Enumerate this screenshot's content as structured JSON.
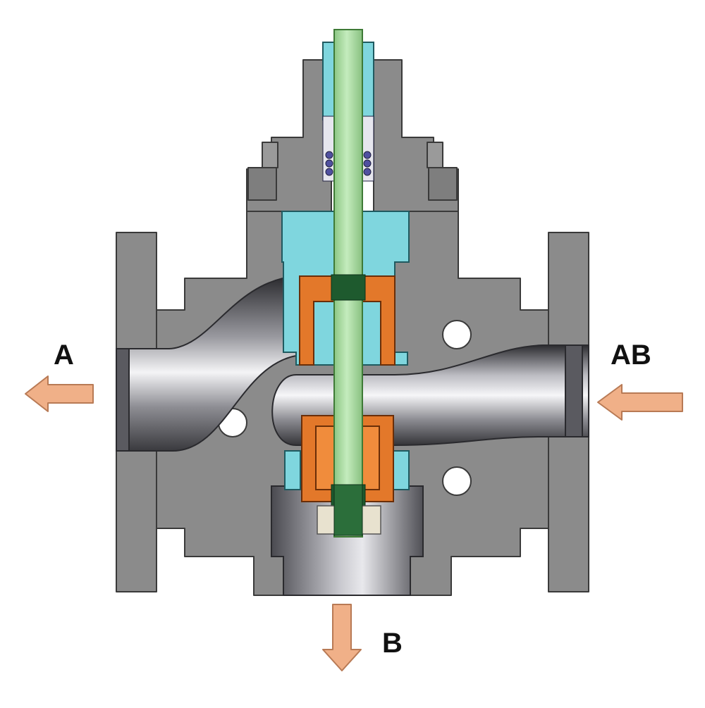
{
  "ports": {
    "a": {
      "label": "A",
      "direction": "out"
    },
    "ab": {
      "label": "AB",
      "direction": "in"
    },
    "b": {
      "label": "B",
      "direction": "out"
    }
  },
  "colors": {
    "body": "#8b8b8b",
    "body_outline": "#3a3a3a",
    "stem": "#a6d8a0",
    "bonnet_insert": "#7fd6de",
    "plug": "#e3782a",
    "arrow_fill": "#f0b088",
    "arrow_outline": "#b87a55",
    "label": "#111111"
  }
}
